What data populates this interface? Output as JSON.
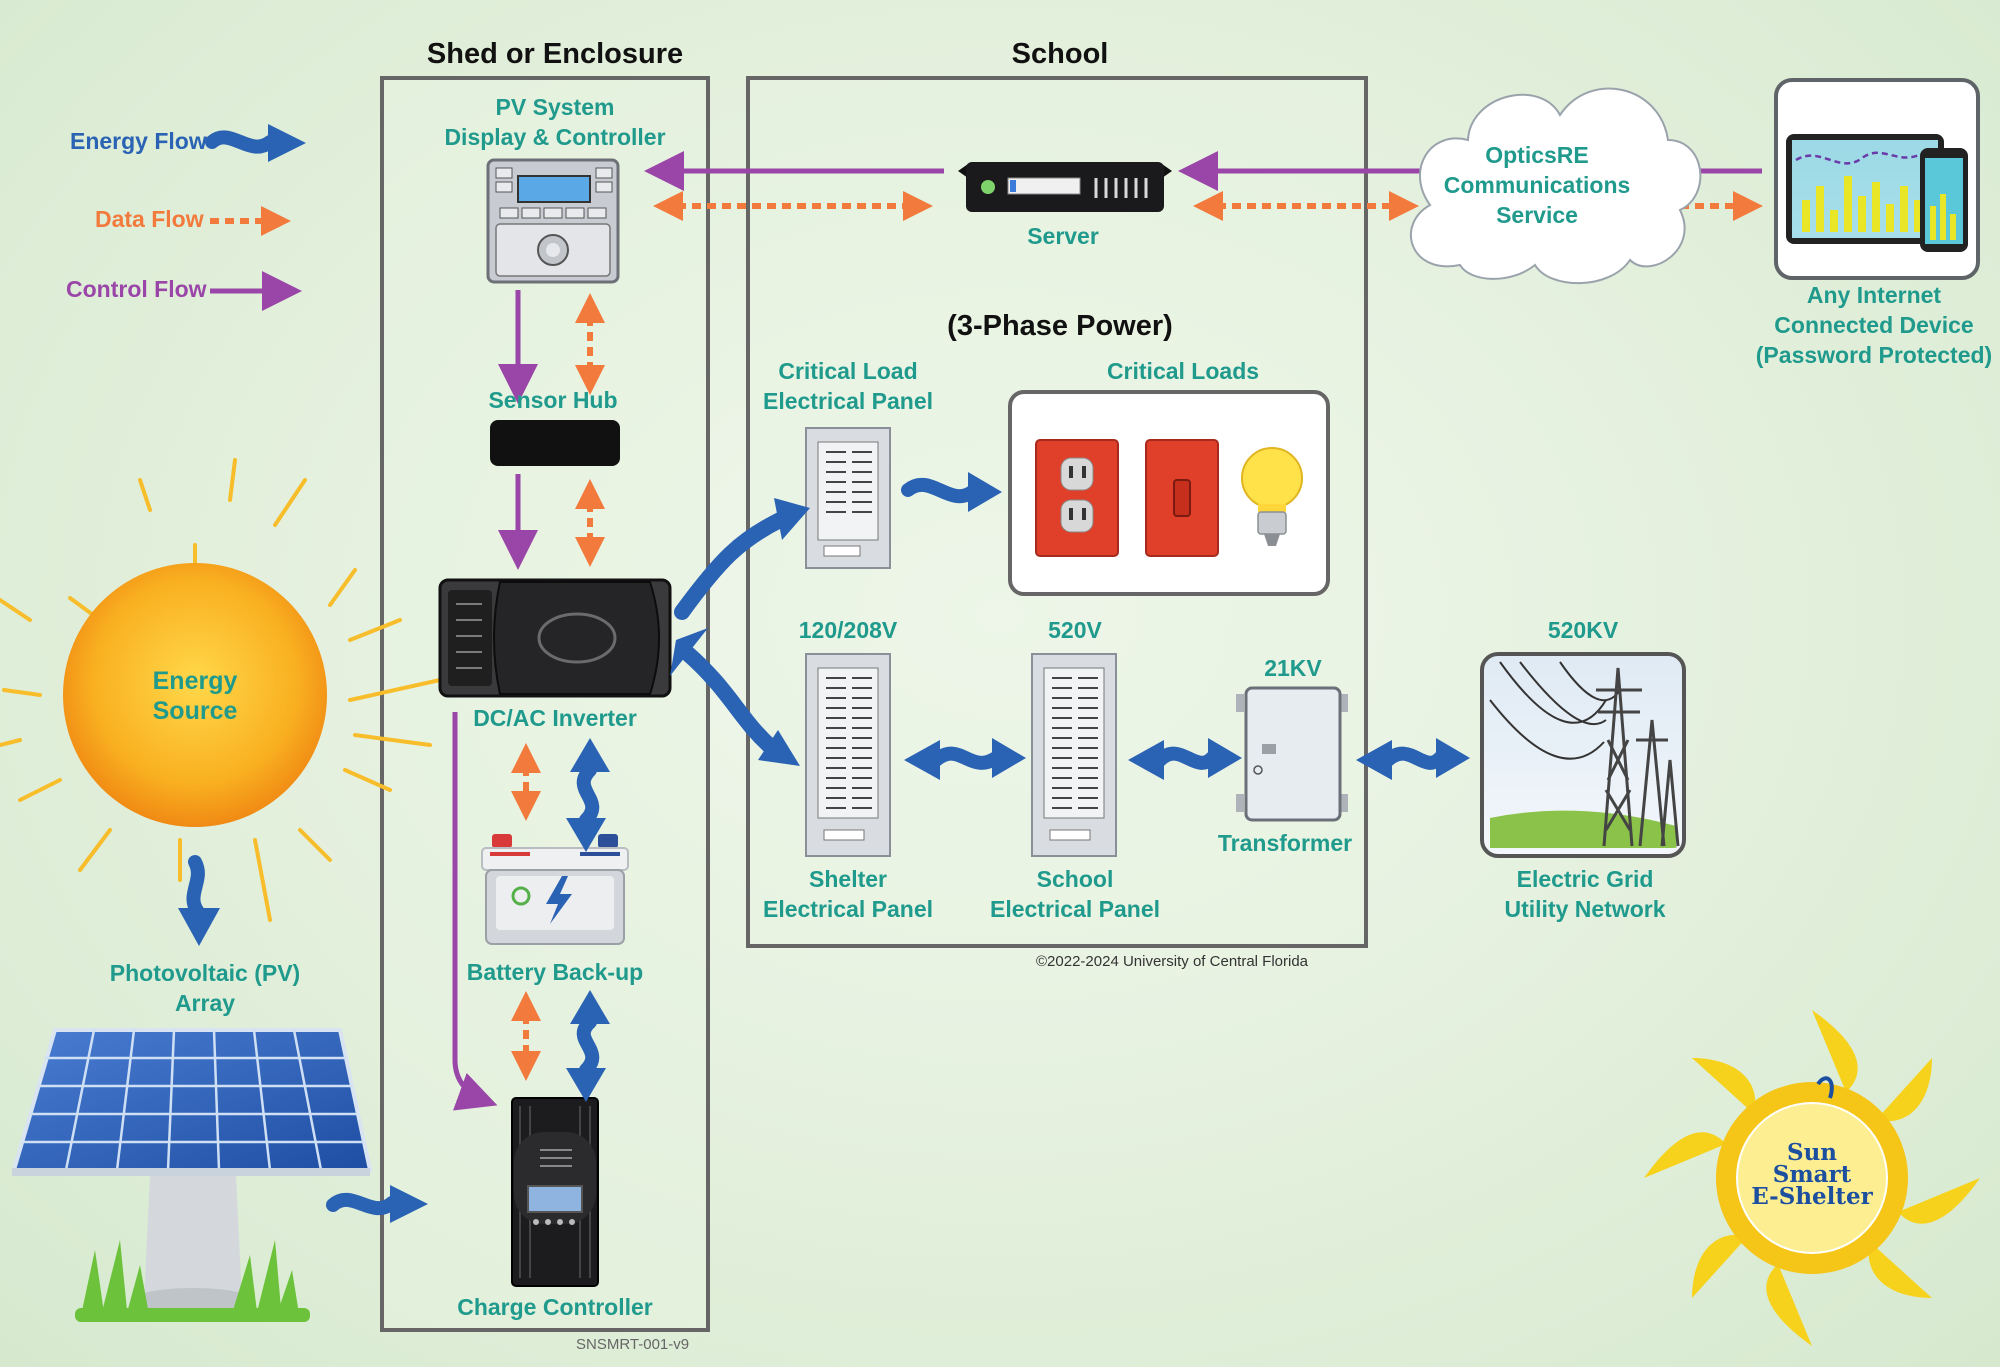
{
  "headers": {
    "shed": "Shed or Enclosure",
    "school": "School",
    "three_phase": "(3-Phase Power)"
  },
  "legend": {
    "energy": "Energy Flow",
    "data": "Data Flow",
    "control": "Control Flow"
  },
  "components": {
    "pv_display_1": "PV System",
    "pv_display_2": "Display & Controller",
    "sensor_hub": "Sensor Hub",
    "inverter": "DC/AC Inverter",
    "battery": "Battery Back-up",
    "charge_controller": "Charge Controller",
    "server": "Server",
    "cloud_1": "OpticsRE",
    "cloud_2": "Communications",
    "cloud_3": "Service",
    "device_1": "Any Internet",
    "device_2": "Connected Device",
    "device_3": "(Password Protected)",
    "critical_panel_1": "Critical Load",
    "critical_panel_2": "Electrical Panel",
    "critical_loads": "Critical Loads",
    "volt_120": "120/208V",
    "volt_520": "520V",
    "volt_21kv": "21KV",
    "volt_520kv": "520KV",
    "shelter_panel_1": "Shelter",
    "shelter_panel_2": "Electrical Panel",
    "school_panel_1": "School",
    "school_panel_2": "Electrical Panel",
    "transformer": "Transformer",
    "grid_1": "Electric Grid",
    "grid_2": "Utility Network",
    "energy_source_1": "Energy",
    "energy_source_2": "Source",
    "pv_array_1": "Photovoltaic (PV)",
    "pv_array_2": "Array"
  },
  "copyright": "©2022-2024 University of Central Florida",
  "doc_id": "SNSMRT-001-v9",
  "logo": {
    "line1": "Sun",
    "line2": "Smart",
    "line3": "E-Shelter"
  },
  "colors": {
    "energy": "#2a62b4",
    "data": "#f27a3d",
    "control": "#9a46a8",
    "label": "#1f9a8c",
    "sun": "#f7a21c"
  }
}
